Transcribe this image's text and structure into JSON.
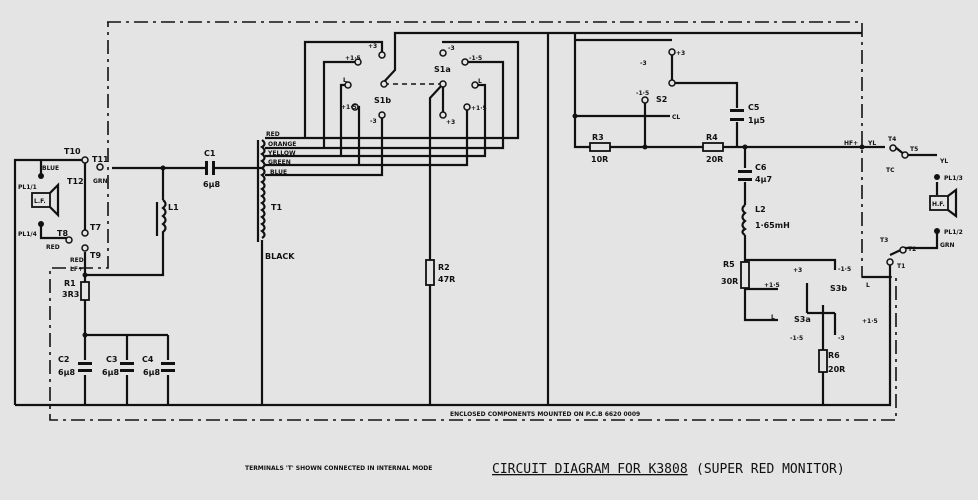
{
  "title": "CIRCUIT DIAGRAM FOR K3808",
  "subtitle": "(SUPER RED MONITOR)",
  "note": "TERMINALS 'T' SHOWN CONNECTED IN INTERNAL MODE",
  "enclosure_note": "ENCLOSED COMPONENTS MOUNTED ON P.C.B 6620 0009",
  "components": {
    "R1": "R1",
    "R1v": "3R3",
    "R2": "R2",
    "R2v": "47R",
    "R3": "R3",
    "R3v": "10R",
    "R4": "R4",
    "R4v": "20R",
    "R5": "R5",
    "R5v": "30R",
    "R6": "R6",
    "R6v": "20R",
    "C1": "C1",
    "C1v": "6µ8",
    "C2": "C2",
    "C2v": "6µ8",
    "C3": "C3",
    "C3v": "6µ8",
    "C4": "C4",
    "C4v": "6µ8",
    "C5": "C5",
    "C5v": "1µ5",
    "C6": "C6",
    "C6v": "4µ7",
    "L1": "L1",
    "L2": "L2",
    "L2v": "1·65mH",
    "T1": "T1",
    "LF": "L.F.",
    "HF": "H.F.",
    "PL1A": "PL1/1",
    "PL1B": "PL1/4",
    "PL13": "PL1/3",
    "PL12": "PL1/2",
    "S1a": "S1a",
    "S1b": "S1b",
    "S2": "S2",
    "S3a": "S3a",
    "S3b": "S3b"
  },
  "wires": {
    "red": "RED",
    "orange": "ORANGE",
    "yellow": "YELLOW",
    "green": "GREEN",
    "blue": "BLUE",
    "black": "BLACK",
    "grn": "GRN",
    "red2": "RED",
    "red3": "RED",
    "blue2": "BLUE",
    "grn2": "GRN"
  },
  "terminals": {
    "T1": "T1",
    "T2": "T2",
    "T3": "T3",
    "T4": "T4",
    "T5": "T5",
    "T7": "T7",
    "T8": "T8",
    "T9": "T9",
    "T10": "T10",
    "T11": "T11",
    "T12": "T12",
    "TC": "TC"
  },
  "switch_labels": {
    "p3a": "+3",
    "p15a": "+1·5",
    "La": "L",
    "p15b": "+1·5",
    "m3a": "-3",
    "m3b": "-3",
    "m15b": "-1·5",
    "Lb": "L",
    "p15c": "+1·5",
    "p3b": "+3",
    "m3c": "-3",
    "p3c": "+3",
    "m15s2": "-1·5",
    "CL": "CL",
    "p3d": "+3",
    "m15d": "-1·5",
    "p15d": "+1·5",
    "Ld": "L",
    "m15e": "-1·5",
    "m3d": "-3",
    "Le": "L",
    "p15e": "+1·5",
    "LFplus": "LF+",
    "LFminus": "-",
    "HFp": "HF+",
    "YL": "YL",
    "YL2": "YL",
    "minus": "-"
  }
}
